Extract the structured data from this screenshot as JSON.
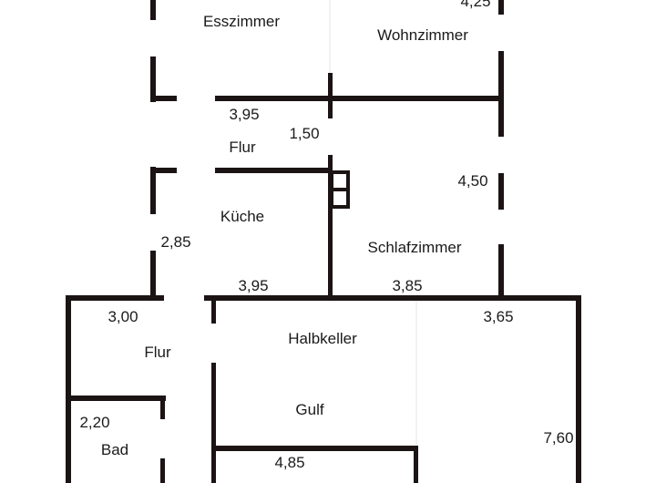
{
  "colors": {
    "wall": "#1c1414",
    "background": "#ffffff",
    "thin_line": "#e6e6e6"
  },
  "rooms": {
    "esszimmer": "Esszimmer",
    "wohnzimmer": "Wohnzimmer",
    "flur_upper": "Flur",
    "kueche": "Küche",
    "schlafzimmer": "Schlafzimmer",
    "flur_lower": "Flur",
    "halbkeller": "Halbkeller",
    "gulf": "Gulf",
    "bad": "Bad"
  },
  "dimensions": {
    "wohnzimmer_top": "4,25",
    "flur_width": "3,95",
    "flur_depth": "1,50",
    "schlafzimmer_depth": "4,50",
    "kueche_depth": "2,85",
    "kueche_width": "3,95",
    "schlafzimmer_width": "3,85",
    "flur_lower_width": "3,00",
    "right_room_width": "3,65",
    "bad_width": "2,20",
    "right_room_depth": "7,60",
    "halbkeller_width": "4,85"
  }
}
